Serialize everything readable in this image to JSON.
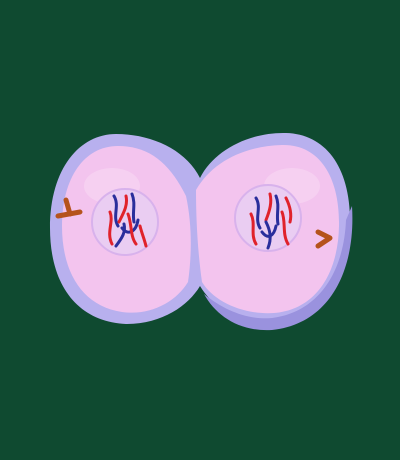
{
  "colors": {
    "background": "#0f4a30",
    "membrane": "#b8b0ee",
    "membrane_shadow": "#9a92de",
    "cytoplasm": "#f3c4ee",
    "cytoplasm_highlight": "#f8d8f3",
    "nucleus": "#eacdf2",
    "nuclear_envelope": "#d8b2ec",
    "chromosome_maternal": "#e0222b",
    "chromosome_paternal": "#2a2e9c",
    "centrosome": "#b5531c"
  },
  "cells": [
    {
      "id": "left-daughter-cell",
      "nucleus": "left-nucleus",
      "centrosome": "left-centrosome"
    },
    {
      "id": "right-daughter-cell",
      "nucleus": "right-nucleus",
      "centrosome": "right-centrosome"
    }
  ],
  "icons": [
    "centrosome-icon",
    "chromosome-icon"
  ]
}
